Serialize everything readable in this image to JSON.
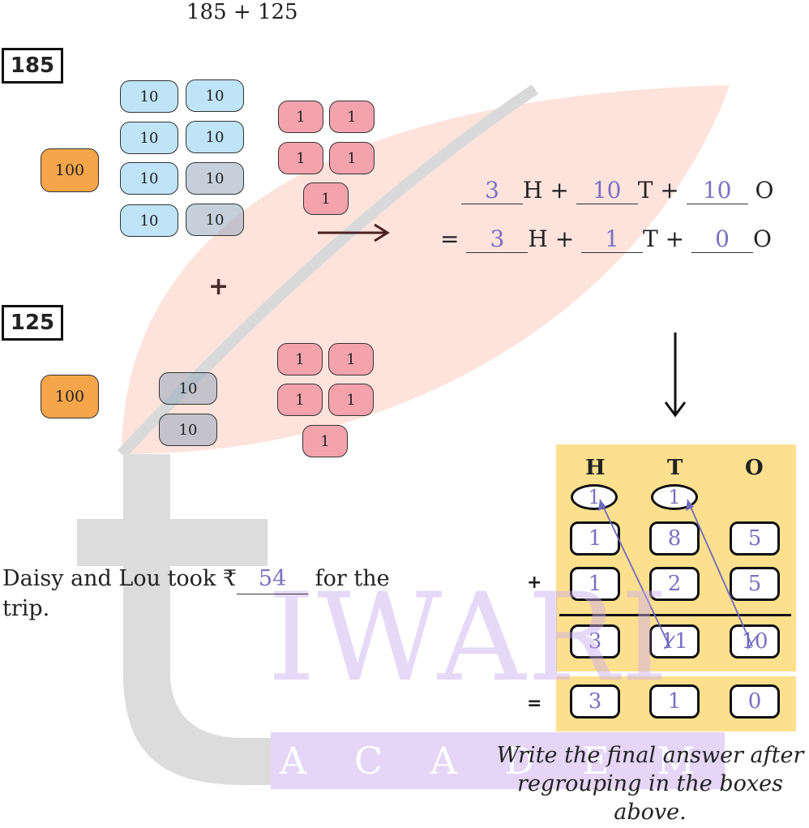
{
  "title": "185 + 125",
  "number_a": "185",
  "number_b": "125",
  "blocks_a": {
    "hundred": "100",
    "tens": [
      "10",
      "10",
      "10",
      "10",
      "10",
      "10",
      "10",
      "10"
    ],
    "ones": [
      "1",
      "1",
      "1",
      "1",
      "1"
    ]
  },
  "blocks_b": {
    "hundred": "100",
    "tens": [
      "10",
      "10"
    ],
    "ones": [
      "1",
      "1",
      "1",
      "1",
      "1"
    ]
  },
  "plus_sign": "+",
  "equation": {
    "line1": {
      "h_val": "3",
      "h_label": "H +",
      "t_val": "10",
      "t_label": "T +",
      "o_val": "10",
      "o_label": "O"
    },
    "line2": {
      "prefix": "=",
      "h_val": "3",
      "h_label": "H +",
      "t_val": "1",
      "t_label": "T +",
      "o_val": "0",
      "o_label": "O"
    }
  },
  "hto": {
    "headers": [
      "H",
      "T",
      "O"
    ],
    "carries": [
      "1",
      "1"
    ],
    "row1": [
      "1",
      "8",
      "5"
    ],
    "row2": [
      "1",
      "2",
      "5"
    ],
    "row3": [
      "3",
      "11",
      "10"
    ],
    "final": [
      "3",
      "1",
      "0"
    ],
    "plus_op": "+",
    "equals_op": "="
  },
  "story": {
    "before": "Daisy and Lou took ₹",
    "amount": "54",
    "after": "for the",
    "line2": "trip."
  },
  "note": {
    "line1": "Write the final answer after",
    "line2": "regrouping in the boxes",
    "line3": "above."
  },
  "watermark": {
    "line1": "IWARI",
    "line2": "A C A D E M Y"
  },
  "colors": {
    "answer": "#7a70c2",
    "hundred_block": "#f7a54a",
    "ten_block": "#bfe3f7",
    "one_block": "#f4a3ac",
    "hto_bg": "#fde08e"
  }
}
